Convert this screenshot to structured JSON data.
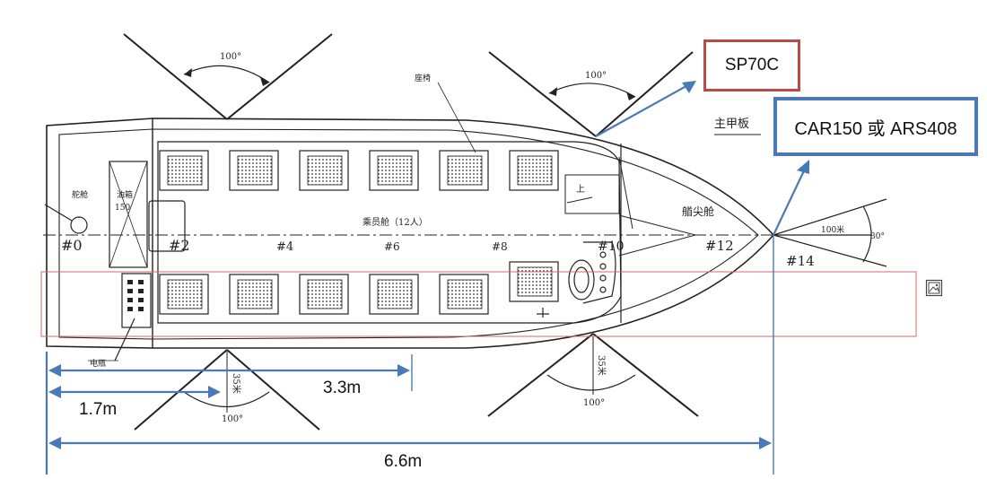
{
  "labels": {
    "sensor_front": "SP70C",
    "sensor_side": "CAR150 或 ARS408",
    "main_deck": "主甲板",
    "bow_cabin": "艏尖舱",
    "passenger_seats": "乘员舱（12人）",
    "seat_label": "座椅",
    "stairs_up": "上",
    "engine_room": "舵舱",
    "fuel_tank": "油箱",
    "fuel_tank_cap": "150",
    "battery": "电瓶"
  },
  "stations": [
    "#0",
    "#2",
    "#4",
    "#6",
    "#8",
    "#10",
    "#12",
    "#14"
  ],
  "angles": {
    "top_left_fov": "100°",
    "top_right_fov": "100°",
    "bottom_left_fov": "100°",
    "bottom_right_fov": "100°",
    "bottom_left_range": "35米",
    "bottom_right_range": "35米",
    "bow_range": "100米",
    "bow_angle": "30°"
  },
  "dimensions": {
    "d1": "1.7m",
    "d2": "3.3m",
    "d3": "6.6m"
  },
  "colors": {
    "front_box_border": "#b84a4a",
    "side_box_border": "#4a78b8",
    "arrow": "#4a78b8",
    "highlight_rect": "#d66a6a"
  },
  "icons": [
    "image-placeholder-icon"
  ]
}
